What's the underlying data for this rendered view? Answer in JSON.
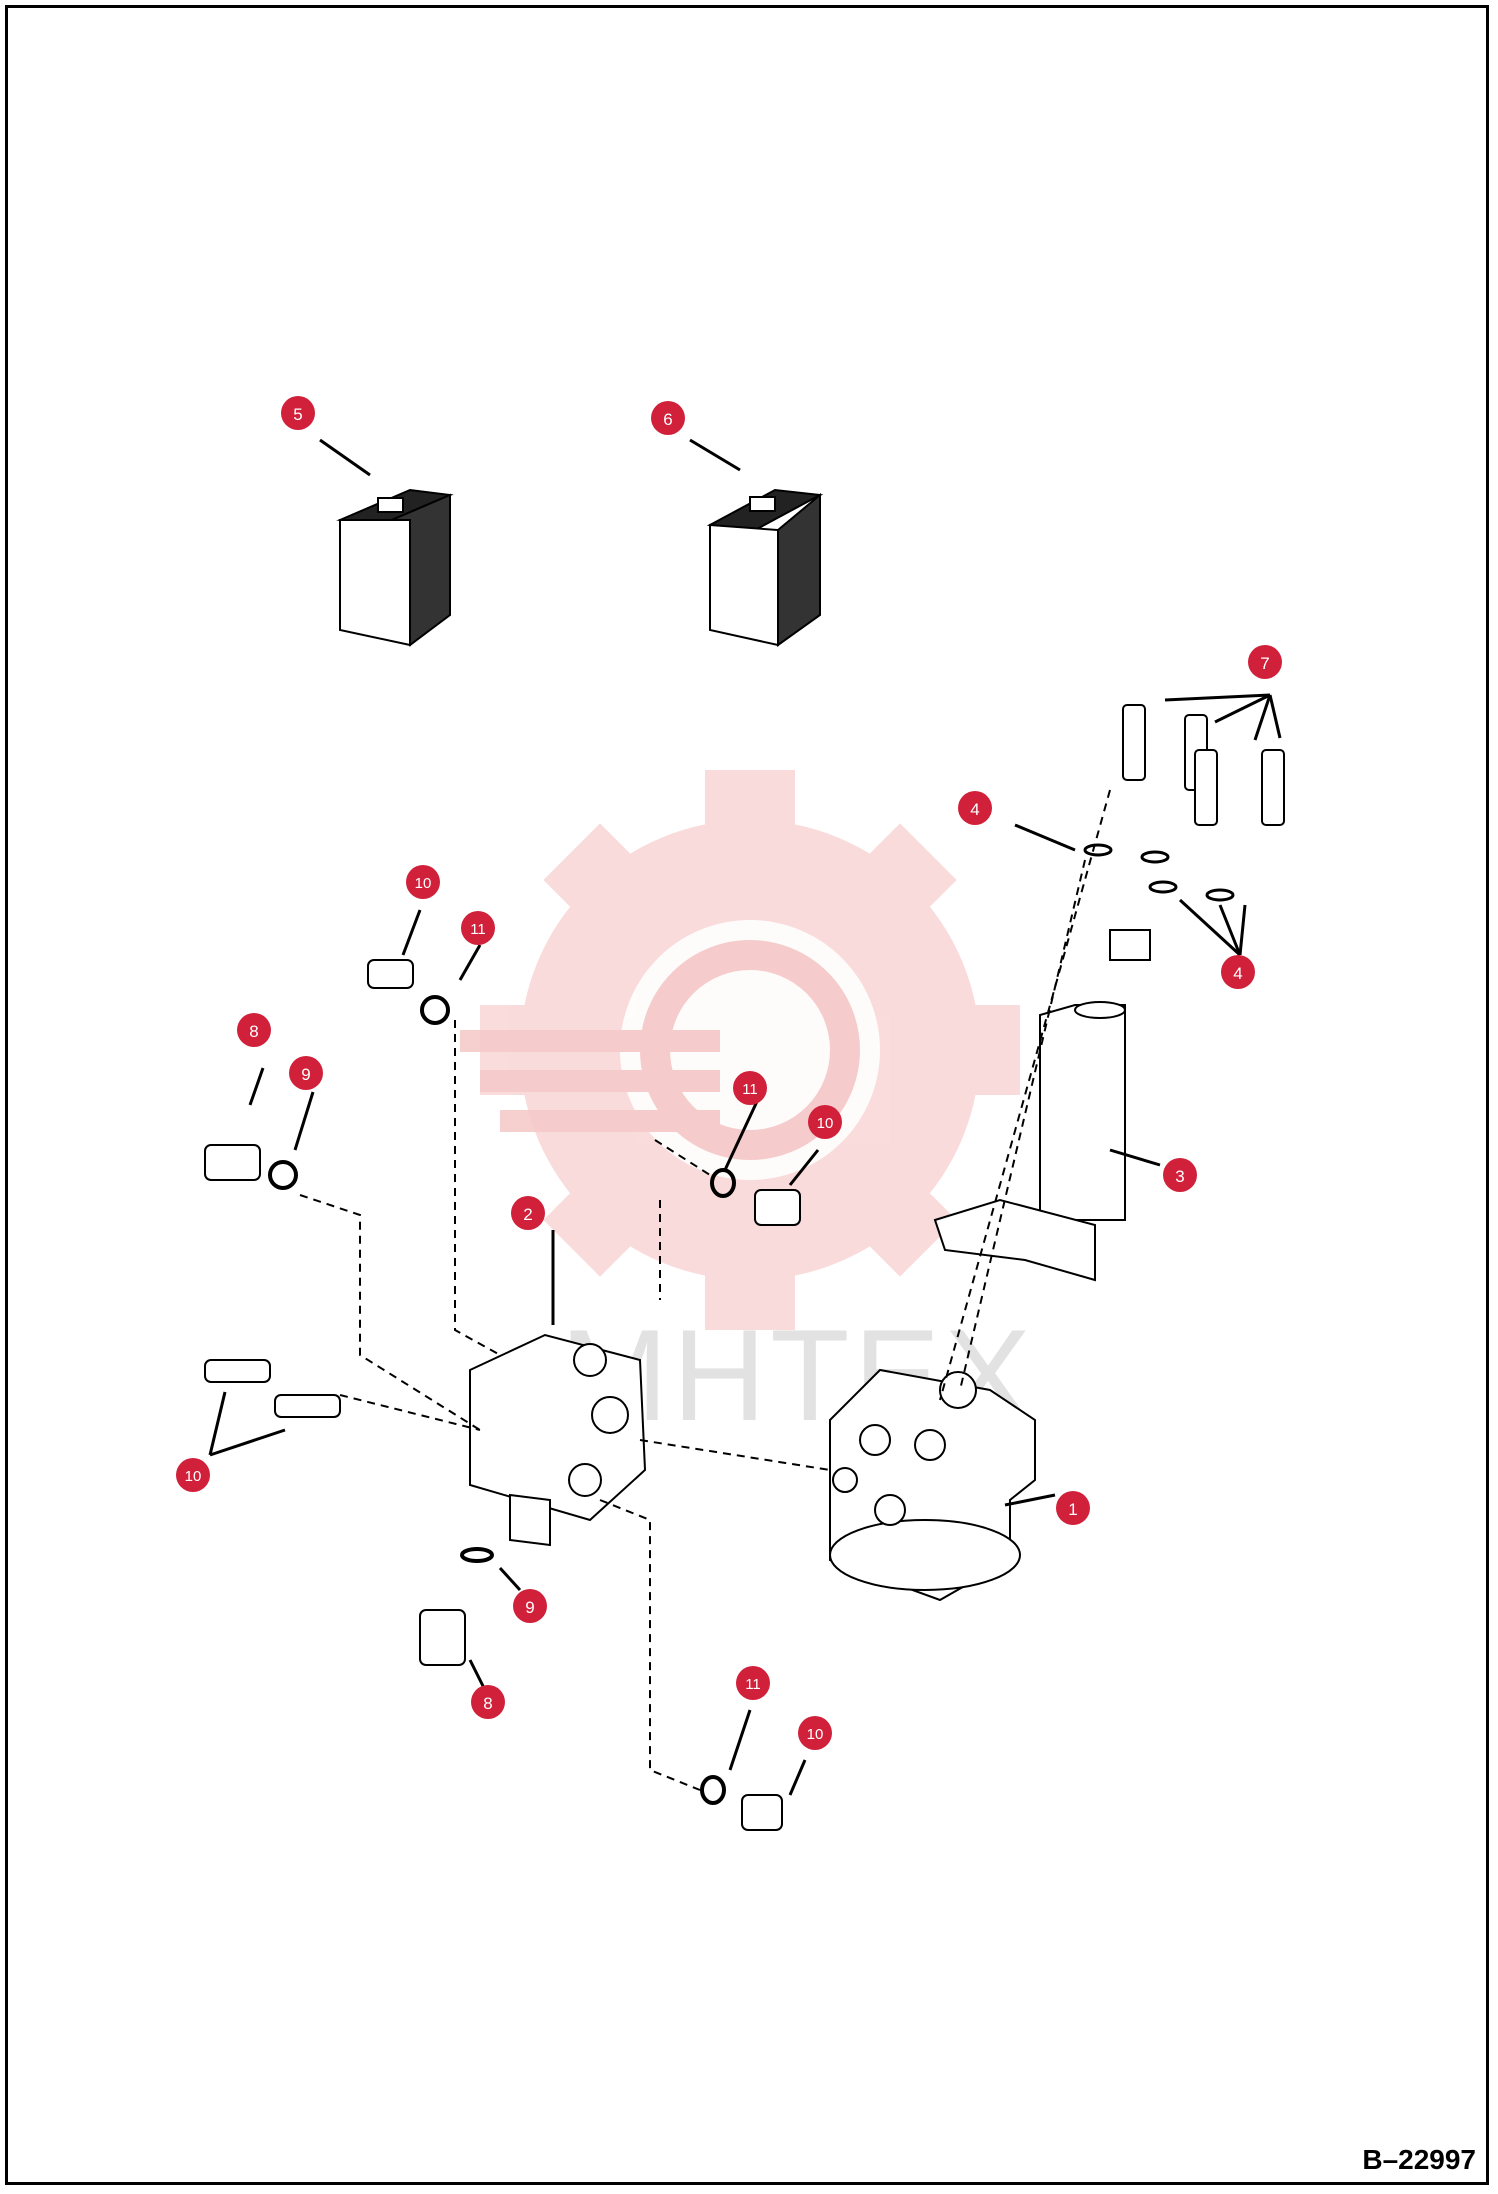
{
  "diagram": {
    "drawing_code": "B–22997",
    "watermark_text": "МНТЕХ",
    "colors": {
      "callout": "#d0203a",
      "line": "#000000",
      "watermark": "#f2b8b8"
    },
    "callouts": [
      {
        "id": "c5",
        "label": "5"
      },
      {
        "id": "c6",
        "label": "6"
      },
      {
        "id": "c7",
        "label": "7"
      },
      {
        "id": "c4a",
        "label": "4"
      },
      {
        "id": "c4b",
        "label": "4"
      },
      {
        "id": "c10a",
        "label": "10"
      },
      {
        "id": "c11a",
        "label": "11"
      },
      {
        "id": "c8a",
        "label": "8"
      },
      {
        "id": "c9a",
        "label": "9"
      },
      {
        "id": "c11b",
        "label": "11"
      },
      {
        "id": "c10b",
        "label": "10"
      },
      {
        "id": "c3",
        "label": "3"
      },
      {
        "id": "c2",
        "label": "2"
      },
      {
        "id": "c10c",
        "label": "10"
      },
      {
        "id": "c1",
        "label": "1"
      },
      {
        "id": "c9b",
        "label": "9"
      },
      {
        "id": "c8b",
        "label": "8"
      },
      {
        "id": "c11c",
        "label": "11"
      },
      {
        "id": "c10d",
        "label": "10"
      }
    ]
  }
}
